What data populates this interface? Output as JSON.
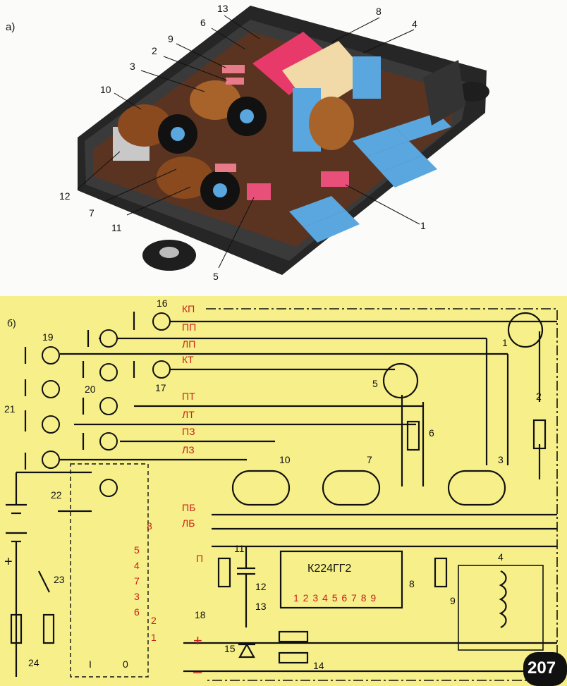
{
  "panel_a": {
    "label": "а)",
    "callouts": [
      "13",
      "8",
      "6",
      "4",
      "9",
      "2",
      "3",
      "10",
      "12",
      "7",
      "11",
      "5",
      "1"
    ]
  },
  "panel_b": {
    "label": "б)",
    "terminals": [
      "КП",
      "ПП",
      "ЛП",
      "КТ",
      "ПТ",
      "ЛТ",
      "ПЗ",
      "ЛЗ",
      "ПБ",
      "ЛБ",
      "П"
    ],
    "numbers": [
      "16",
      "19",
      "17",
      "20",
      "21",
      "22",
      "23",
      "24",
      "1",
      "2",
      "5",
      "6",
      "10",
      "7",
      "3",
      "11",
      "12",
      "13",
      "14",
      "15",
      "4",
      "8",
      "9",
      "18"
    ],
    "switch_pins": [
      "8",
      "5",
      "4",
      "7",
      "3",
      "6",
      "2",
      "1"
    ],
    "chip_label": "К224ГГ2",
    "chip_pins": "1 2 3 4 5 6 7 8 9",
    "switch_positions": [
      "I",
      "0"
    ],
    "plus": "+",
    "minus": "–"
  },
  "page_number": "207",
  "colors": {
    "yellow": "#f7f08a",
    "board": "#5a3420",
    "housing": "#2a2a2a",
    "pink": "#e83a6a",
    "blue": "#5aa7e0",
    "copper": "#a8632a",
    "red_text": "#c8201c"
  }
}
